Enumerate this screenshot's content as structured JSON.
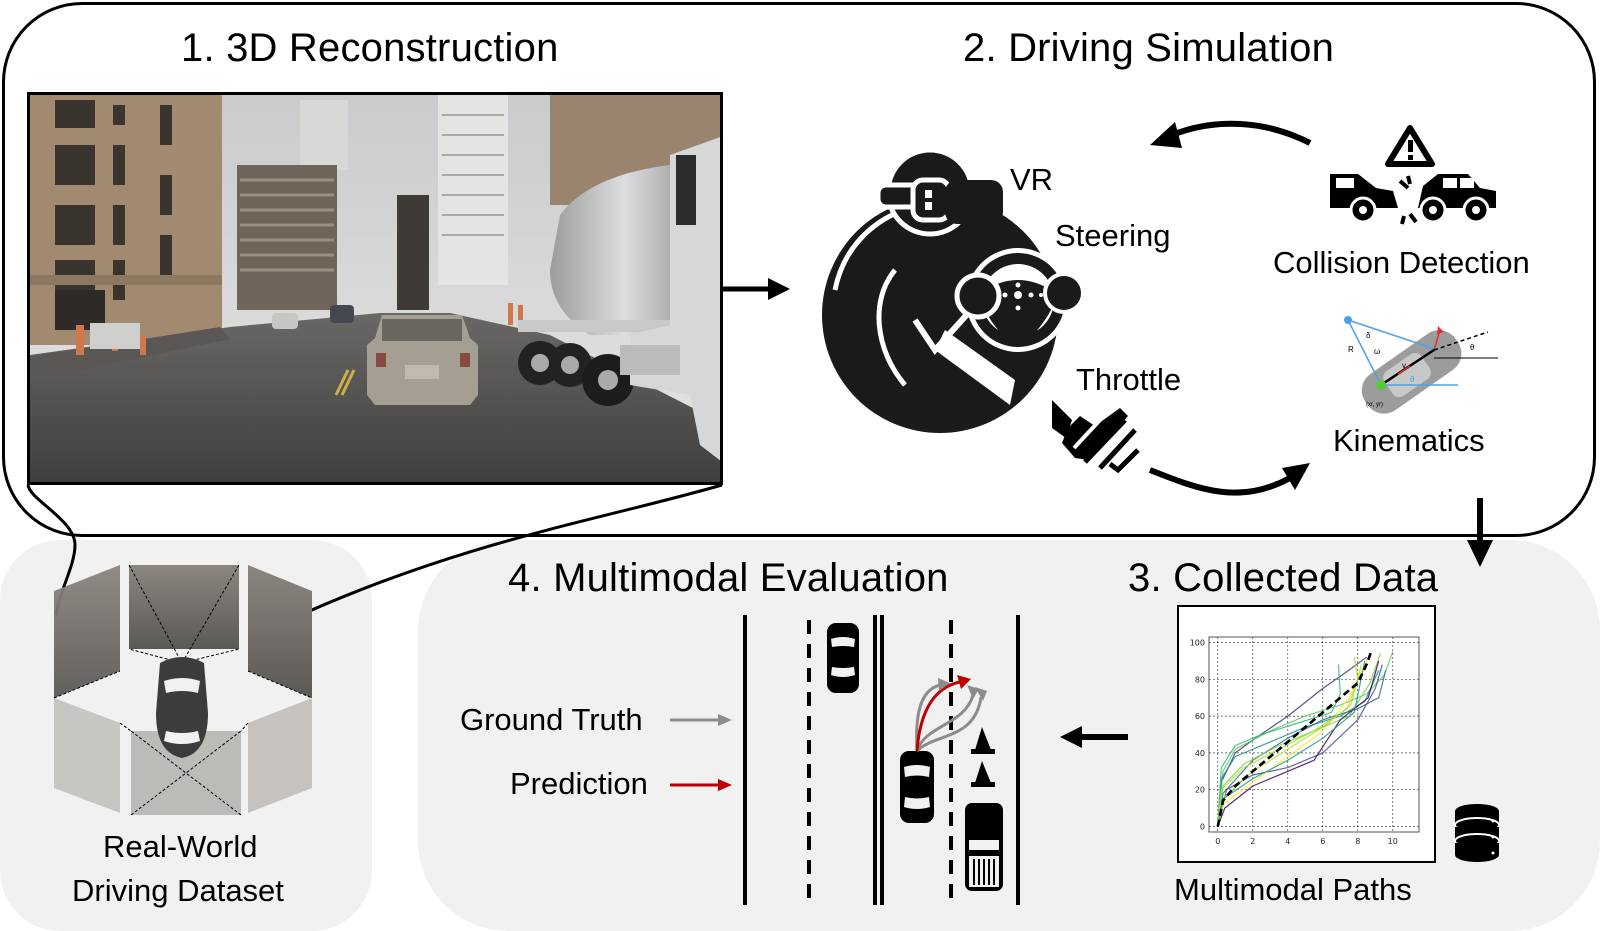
{
  "sections": {
    "reconstruction": {
      "title": "1. 3D Reconstruction"
    },
    "simulation": {
      "title": "2. Driving Simulation",
      "labels": {
        "vr": "VR",
        "steering": "Steering",
        "throttle": "Throttle",
        "collision": "Collision Detection",
        "kinematics": "Kinematics"
      },
      "kinematics_symbols": {
        "delta": "δ",
        "omega": "ω",
        "r": "R",
        "v": "v",
        "theta": "θ",
        "theta2": "θ",
        "pos": "(xr, yr)"
      }
    },
    "collected": {
      "title": "3. Collected Data",
      "caption": "Multimodal Paths"
    },
    "evaluation": {
      "title": "4. Multimodal Evaluation",
      "legend": [
        {
          "label": "Ground Truth",
          "color": "#8c8c8c"
        },
        {
          "label": "Prediction",
          "color": "#c00000"
        }
      ]
    },
    "dataset": {
      "caption_line1": "Real-World",
      "caption_line2": "Driving Dataset"
    }
  },
  "colors": {
    "panel_gray": "#f1f1f1",
    "prediction": "#c00000",
    "ground_truth": "#8c8c8c",
    "kin_blue": "#4aa3e8",
    "kin_red": "#e0302a",
    "kin_green": "#55cc33"
  },
  "chart_data": {
    "type": "line",
    "title": "",
    "xlabel": "",
    "ylabel": "",
    "xlim": [
      -0.5,
      11.5
    ],
    "ylim": [
      -3,
      103
    ],
    "xticks": [
      "0",
      "2",
      "4",
      "6",
      "8",
      "10"
    ],
    "yticks": [
      "0",
      "20",
      "40",
      "60",
      "80",
      "100"
    ],
    "grid": true,
    "mean_path": {
      "name": "mean",
      "style": "dashed-black",
      "x": [
        0,
        0.3,
        1,
        2,
        3,
        4,
        5,
        6,
        7,
        8,
        8.5,
        8.8
      ],
      "y": [
        0,
        14,
        22,
        30,
        38,
        46,
        54,
        62,
        70,
        78,
        88,
        96
      ]
    },
    "series": [
      {
        "color": "#46337e",
        "x": [
          0,
          0.2,
          1,
          2,
          4,
          6,
          7.5,
          8.5
        ],
        "y": [
          0,
          24,
          40,
          47,
          60,
          75,
          85,
          92
        ]
      },
      {
        "color": "#5ec962",
        "x": [
          0,
          0.3,
          1,
          3,
          5,
          7,
          8.5,
          9.5,
          10
        ],
        "y": [
          0,
          30,
          42,
          52,
          60,
          66,
          72,
          82,
          95
        ]
      },
      {
        "color": "#3b528b",
        "x": [
          0,
          0.5,
          2,
          4,
          6,
          8,
          9,
          9.4
        ],
        "y": [
          0,
          20,
          28,
          32,
          40,
          58,
          75,
          88
        ]
      },
      {
        "color": "#fde725",
        "x": [
          0,
          0.3,
          2,
          4,
          6,
          7.5,
          8.6
        ],
        "y": [
          0,
          12,
          24,
          38,
          52,
          70,
          92
        ]
      },
      {
        "color": "#21918c",
        "x": [
          0,
          0.2,
          1,
          3,
          5,
          7,
          8.4,
          9.2
        ],
        "y": [
          0,
          26,
          38,
          46,
          54,
          60,
          68,
          85
        ]
      },
      {
        "color": "#b5de2b",
        "x": [
          0,
          0.4,
          2,
          4,
          6,
          7.6,
          8.2
        ],
        "y": [
          0,
          16,
          30,
          42,
          54,
          66,
          88
        ]
      },
      {
        "color": "#35b779",
        "x": [
          0,
          0.2,
          1,
          2.5,
          4.5,
          6.5,
          7,
          6.9
        ],
        "y": [
          0,
          32,
          44,
          50,
          56,
          62,
          72,
          88
        ]
      },
      {
        "color": "#31688e",
        "x": [
          0,
          0.3,
          2,
          4,
          6,
          8,
          9.2,
          9.6
        ],
        "y": [
          0,
          18,
          36,
          48,
          58,
          64,
          70,
          85
        ]
      },
      {
        "color": "#7ad151",
        "x": [
          0,
          0.3,
          1.5,
          3.5,
          5.5,
          7.5,
          8.7,
          9.3
        ],
        "y": [
          0,
          22,
          34,
          44,
          52,
          60,
          78,
          94
        ]
      },
      {
        "color": "#440154",
        "x": [
          0,
          0.4,
          2,
          4,
          5.5,
          7,
          8.6,
          9.2
        ],
        "y": [
          0,
          10,
          22,
          30,
          36,
          58,
          70,
          90
        ]
      },
      {
        "color": "#1f9e89",
        "x": [
          0,
          0.3,
          2,
          4,
          6,
          7.8,
          8.4
        ],
        "y": [
          0,
          15,
          26,
          36,
          48,
          62,
          90
        ]
      },
      {
        "color": "#addc30",
        "x": [
          0,
          0.2,
          1.5,
          3.5,
          5.5,
          7.4,
          8.0,
          7.8
        ],
        "y": [
          0,
          20,
          32,
          42,
          52,
          64,
          80,
          92
        ]
      }
    ]
  }
}
